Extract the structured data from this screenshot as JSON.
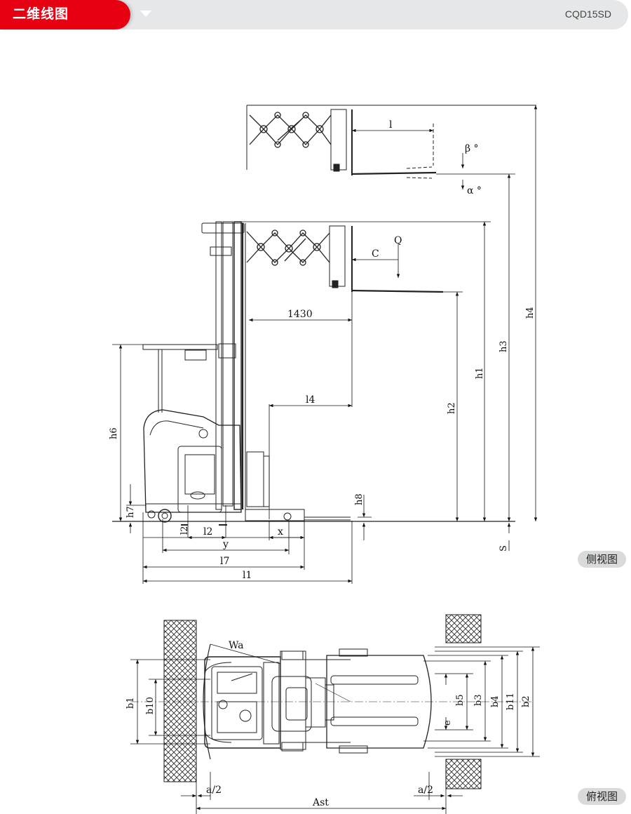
{
  "header": {
    "title": "二维线图",
    "model": "CQD15SD"
  },
  "side_view": {
    "caption": "侧视图",
    "labels": {
      "l": "l",
      "beta": "β °",
      "alpha": "α °",
      "C": "C",
      "Q": "Q",
      "dim1430": "1430",
      "l4": "l4",
      "h6": "h6",
      "h7": "h7",
      "h8": "h8",
      "l2_small": "l2",
      "l2": "l2",
      "x": "x",
      "y": "y",
      "l7": "l7",
      "l1": "l1",
      "h1": "h1",
      "h2": "h2",
      "h3": "h3",
      "h4": "h4",
      "S": "S"
    }
  },
  "top_view": {
    "caption": "俯视图",
    "labels": {
      "Wa": "Wa",
      "b1": "b1",
      "b10": "b10",
      "b5": "b5",
      "b3": "b3",
      "b4": "b4",
      "b11": "b11",
      "b2": "b2",
      "e": "e",
      "a2_left": "a/2",
      "a2_right": "a/2",
      "Ast": "Ast"
    }
  }
}
